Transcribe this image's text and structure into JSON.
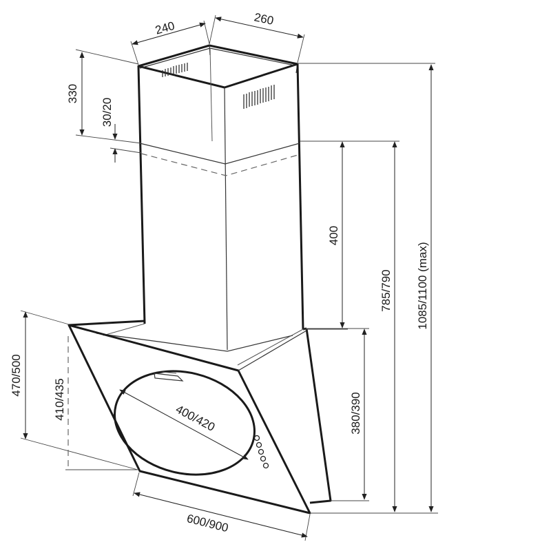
{
  "dimensions": {
    "chimney_depth": "240",
    "chimney_width": "260",
    "upper_chimney_height": "330",
    "overlap": "30/20",
    "lower_chimney_height": "400",
    "height_to_chimney_base": "785/790",
    "total_height": "1085/1100 (max)",
    "glass_height": "470/500",
    "glass_height_alt": "410/435",
    "body_height": "380/390",
    "fan_diameter": "400/420",
    "hood_width": "600/900"
  }
}
